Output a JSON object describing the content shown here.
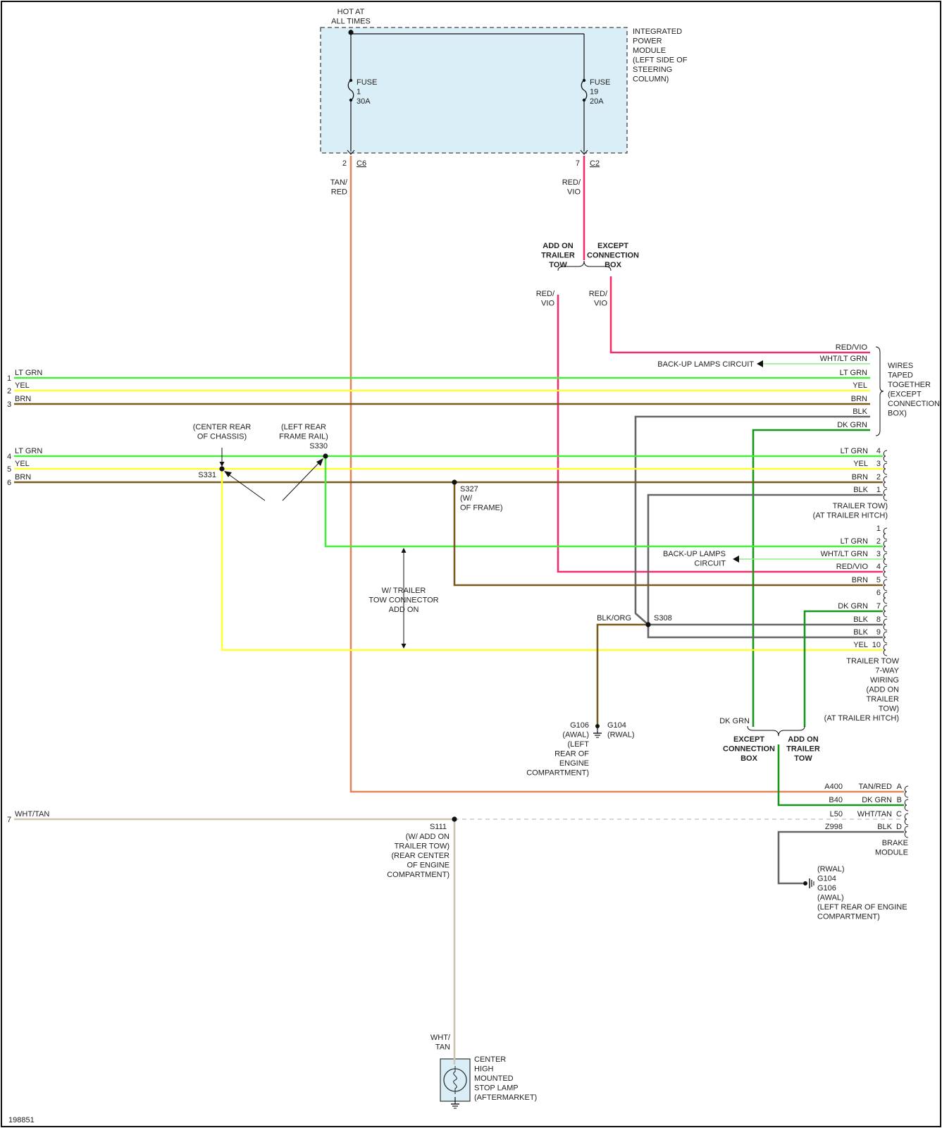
{
  "figure_id": "198851",
  "colors": {
    "LT GRN": "#44ee3a",
    "YEL": "#ffff33",
    "BRN": "#7b5a1e",
    "TAN/RED": "#e0855c",
    "RED/VIO": "#f0306a",
    "BLK": "#666666",
    "DK GRN": "#16961a",
    "WHT/TAN": "#cfc3b1",
    "WHT/LT GRN": "#90ef8c",
    "module_fill": "#daeef7"
  },
  "power_module": {
    "supply": "HOT AT\nALL TIMES",
    "label": "INTEGRATED\nPOWER\nMODULE\n(LEFT SIDE OF\nSTEERING\nCOLUMN)",
    "fuse_1": "FUSE\n1\n30A",
    "fuse_19": "FUSE\n19\n20A",
    "pin_c6": "2",
    "conn_c6": "C6",
    "pin_c2": "7",
    "conn_c2": "C2"
  },
  "wire_labels": {
    "tan_red": "TAN/\nRED",
    "red_vio": "RED/\nVIO",
    "wht_tan": "WHT/\nTAN",
    "blk_org": "BLK/ORG",
    "dk_grn": "DK GRN"
  },
  "options": {
    "add_on_trailer_tow": "ADD ON\nTRAILER\nTOW",
    "except_connection_box": "EXCEPT\nCONNECTION\nBOX"
  },
  "left_wires": [
    {
      "pin": "1",
      "color": "LT GRN"
    },
    {
      "pin": "2",
      "color": "YEL"
    },
    {
      "pin": "3",
      "color": "BRN"
    },
    {
      "pin": "4",
      "color": "LT GRN"
    },
    {
      "pin": "5",
      "color": "YEL"
    },
    {
      "pin": "6",
      "color": "BRN"
    },
    {
      "pin": "7",
      "color": "WHT/TAN"
    }
  ],
  "taped_group": {
    "wires": [
      "RED/VIO",
      "WHT/LT GRN",
      "LT GRN",
      "YEL",
      "BRN",
      "BLK",
      "DK GRN"
    ],
    "label": "WIRES\nTAPED\nTOGETHER\n(EXCEPT\nCONNECTION\nBOX)",
    "backup": "BACK-UP LAMPS CIRCUIT"
  },
  "trailer_tow_4": {
    "pins": [
      {
        "pin": "4",
        "color": "LT GRN"
      },
      {
        "pin": "3",
        "color": "YEL"
      },
      {
        "pin": "2",
        "color": "BRN"
      },
      {
        "pin": "1",
        "color": "BLK"
      }
    ],
    "label": "TRAILER TOW)\n(AT TRAILER HITCH)"
  },
  "trailer_tow_7way": {
    "pins": [
      {
        "pin": "1",
        "color": ""
      },
      {
        "pin": "2",
        "color": "LT GRN"
      },
      {
        "pin": "3",
        "color": "WHT/LT GRN"
      },
      {
        "pin": "4",
        "color": "RED/VIO"
      },
      {
        "pin": "5",
        "color": "BRN"
      },
      {
        "pin": "6",
        "color": ""
      },
      {
        "pin": "7",
        "color": "DK GRN"
      },
      {
        "pin": "8",
        "color": "BLK"
      },
      {
        "pin": "9",
        "color": "BLK"
      },
      {
        "pin": "10",
        "color": "YEL"
      }
    ],
    "backup": "BACK-UP LAMPS\nCIRCUIT",
    "label": "TRAILER TOW\n7-WAY\nWIRING\n(ADD ON\nTRAILER\nTOW)\n(AT TRAILER HITCH)"
  },
  "splices": {
    "s331": "S331",
    "s331_note": "(CENTER REAR\nOF CHASSIS)",
    "s330": "S330",
    "s330_note": "(LEFT REAR\nFRAME RAIL)",
    "s327": "S327",
    "s327_note": "(W/\nOF FRAME)",
    "s308": "S308",
    "s111": "S111",
    "s111_note": "(W/ ADD ON\nTRAILER TOW)\n(REAR CENTER\nOF ENGINE\nCOMPARTMENT)"
  },
  "connector_note": "W/ TRAILER\nTOW CONNECTOR\nADD ON",
  "ground_g106_g104": {
    "left": "G106\n(AWAL)\n(LEFT\nREAR OF\nENGINE\nCOMPARTMENT)",
    "right": "G104\n(RWAL)"
  },
  "brake_module": {
    "pins": [
      {
        "circuit": "A400",
        "color": "TAN/RED",
        "pin": "A"
      },
      {
        "circuit": "B40",
        "color": "DK GRN",
        "pin": "B"
      },
      {
        "circuit": "L50",
        "color": "WHT/TAN",
        "pin": "C"
      },
      {
        "circuit": "Z998",
        "color": "BLK",
        "pin": "D"
      }
    ],
    "label": "BRAKE\nMODULE",
    "ground": "(RWAL)\nG104\nG106\n(AWAL)\n(LEFT REAR OF ENGINE\nCOMPARTMENT)"
  },
  "stop_lamp": {
    "label": "CENTER\nHIGH\nMOUNTED\nSTOP LAMP\n(AFTERMARKET)"
  }
}
